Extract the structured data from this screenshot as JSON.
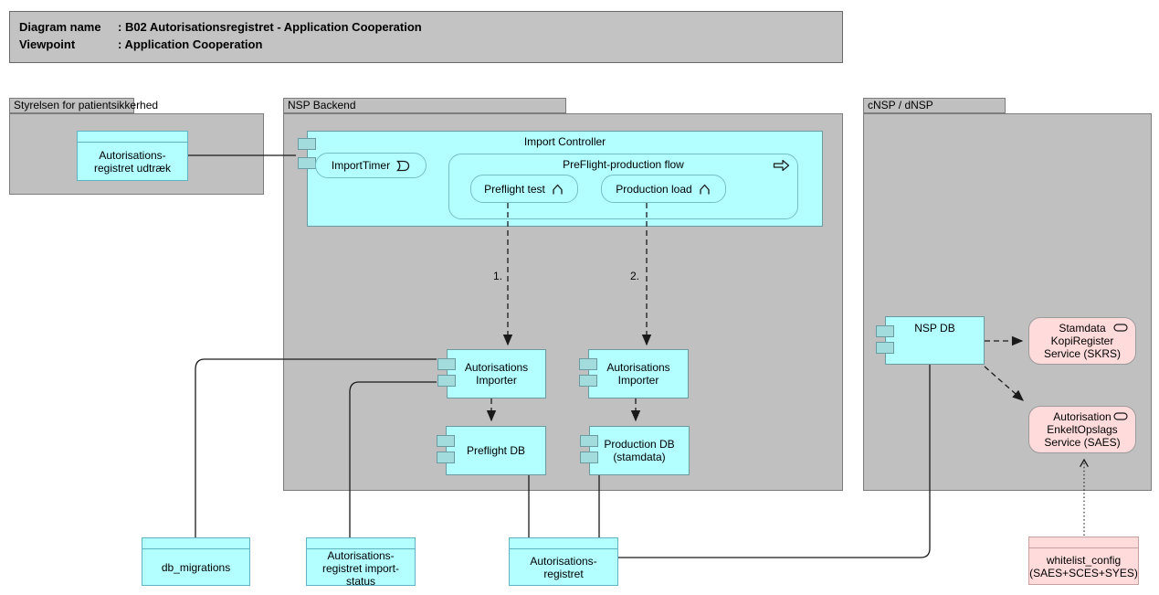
{
  "title_block": {
    "rows": [
      {
        "label": "Diagram name",
        "value": ": B02 Autorisationsregistret - Application Cooperation"
      },
      {
        "label": "Viewpoint",
        "value": ": Application Cooperation"
      }
    ]
  },
  "groups": {
    "styrelsen": {
      "label": "Styrelsen for patientsikkerhed"
    },
    "nsp_backend": {
      "label": "NSP Backend"
    },
    "cnsp": {
      "label": "cNSP / dNSP"
    }
  },
  "nodes": {
    "udtraek": "Autorisations-\nregistret udtræk",
    "import_controller": "Import Controller",
    "import_timer": "ImportTimer",
    "preflight_flow": "PreFlight-production flow",
    "preflight_test": "Preflight test",
    "production_load": "Production load",
    "importer_left": "Autorisations\nImporter",
    "importer_right": "Autorisations\nImporter",
    "preflight_db": "Preflight DB",
    "production_db": "Production DB\n(stamdata)",
    "nsp_db": "NSP DB",
    "skrs": "Stamdata\nKopiRegister\nService (SKRS)",
    "saes": "Autorisation\nEnkeltOpslags\nService (SAES)",
    "db_migrations": "db_migrations",
    "import_status": "Autorisations-\nregistret import-\nstatus",
    "autorisationsregistret": "Autorisations-\nregistret",
    "whitelist_config": "whitelist_config\n(SAES+SCES+SYES)"
  },
  "connections": {
    "step1_label": "1.",
    "step2_label": "2."
  },
  "palette": {
    "app_cyan": "#b3ffff",
    "component_tab_cyan": "#a2dcdc",
    "service_pink": "#ffdbdb",
    "group_gray": "#c0c0c0",
    "component_border": "#6b9aa0",
    "data_object_border": "#5fb4c4",
    "connector_black": "#1a1a1a"
  }
}
